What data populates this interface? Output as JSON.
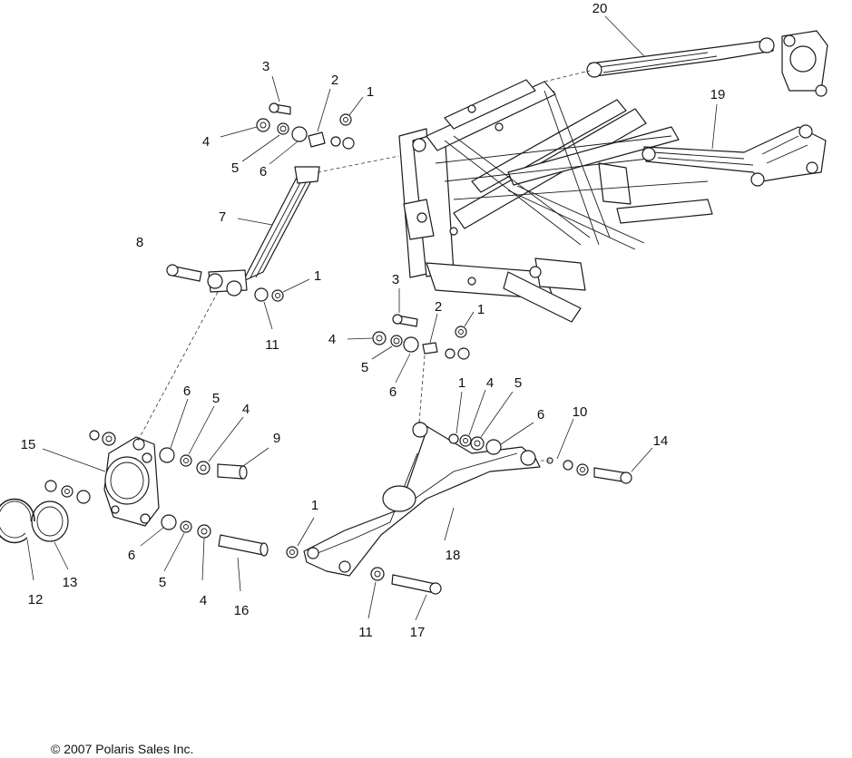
{
  "callouts": {
    "c20": "20",
    "c19": "19",
    "c3a": "3",
    "c2a": "2",
    "c1a": "1",
    "c4a": "4",
    "c5a": "5",
    "c6a": "6",
    "c7": "7",
    "c8": "8",
    "c1b": "1",
    "c11a": "11",
    "c3b": "3",
    "c2b": "2",
    "c1c": "1",
    "c4b": "4",
    "c5b": "5",
    "c6b": "6",
    "c1d": "1",
    "c4c": "4",
    "c5c": "5",
    "c6c": "6",
    "c10": "10",
    "c14": "14",
    "c6d": "6",
    "c5d": "5",
    "c4d": "4",
    "c9": "9",
    "c15": "15",
    "c6e": "6",
    "c5e": "5",
    "c4e": "4",
    "c16": "16",
    "c12": "12",
    "c13": "13",
    "c1e": "1",
    "c18": "18",
    "c11b": "11",
    "c17": "17"
  },
  "copyright": "© 2007 Polaris Sales Inc."
}
